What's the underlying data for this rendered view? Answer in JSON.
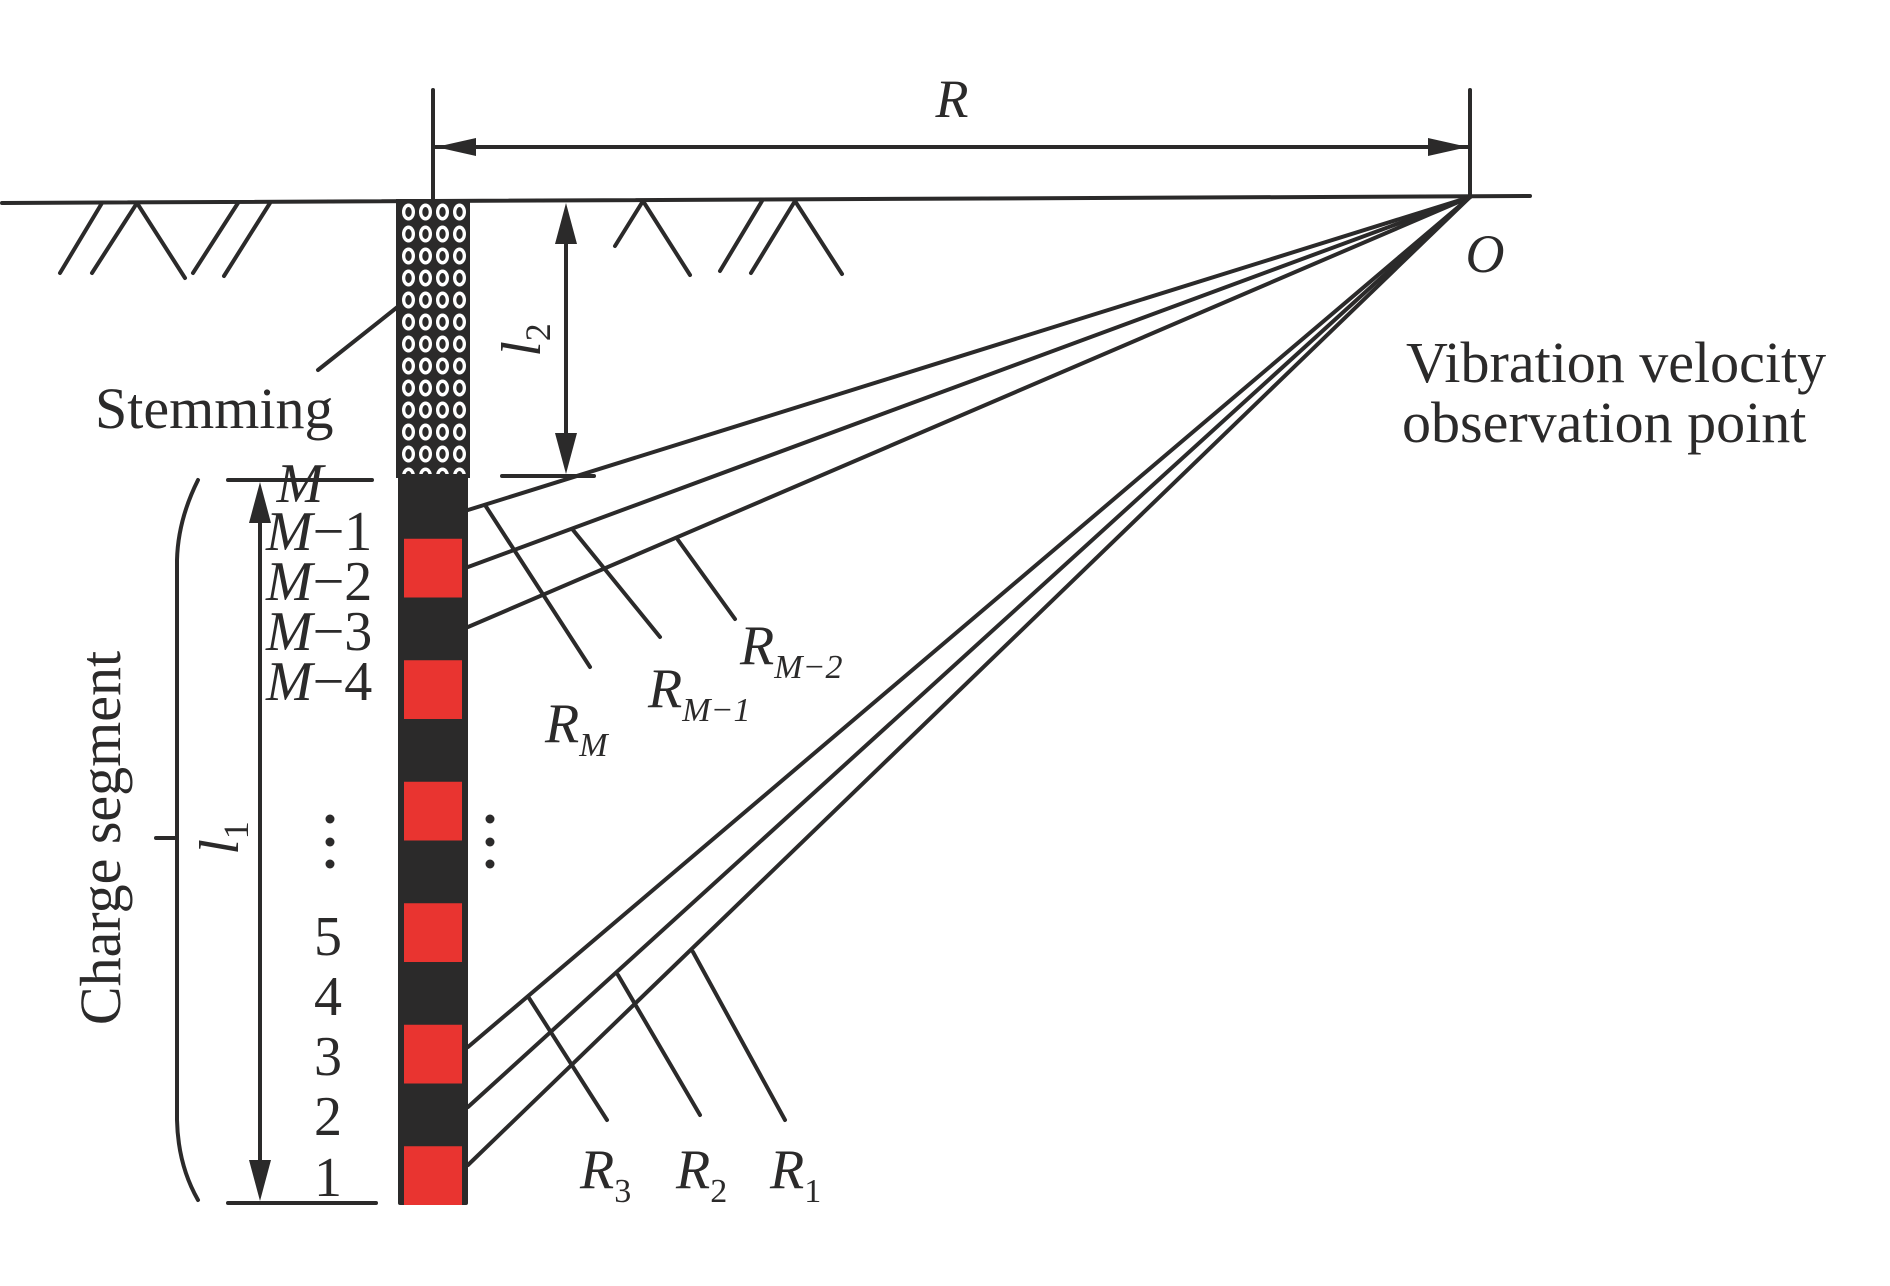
{
  "figure": {
    "type": "blast-hole charge segment schematic",
    "colors": {
      "line": "#2b2a2a",
      "charge_red": "#e93430",
      "charge_dark": "#2b2a2a",
      "background": "#ffffff"
    }
  },
  "labels": {
    "distance_R": "R",
    "observation_point_symbol": "O",
    "observation_point_line1": "Vibration velocity",
    "observation_point_line2": "observation point",
    "stemming": "Stemming",
    "charge_segment": "Charge segment",
    "l1_main": "l",
    "l1_sub": "1",
    "l2_main": "l",
    "l2_sub": "2"
  },
  "segments_upper": [
    {
      "main": "M",
      "suffix": ""
    },
    {
      "main": "M",
      "suffix": "−1"
    },
    {
      "main": "M",
      "suffix": "−2"
    },
    {
      "main": "M",
      "suffix": "−3"
    },
    {
      "main": "M",
      "suffix": "−4"
    }
  ],
  "segments_lower": [
    "5",
    "4",
    "3",
    "2",
    "1"
  ],
  "ellipsis": "⋮",
  "distances_upper": [
    {
      "main": "R",
      "sub": "M"
    },
    {
      "main": "R",
      "sub": "M−1"
    },
    {
      "main": "R",
      "sub": "M−2"
    }
  ],
  "distances_lower": [
    {
      "main": "R",
      "sub": "3"
    },
    {
      "main": "R",
      "sub": "2"
    },
    {
      "main": "R",
      "sub": "1"
    }
  ],
  "charge_column": {
    "pattern": [
      "dark",
      "red",
      "dark",
      "red",
      "dark",
      "red",
      "dark",
      "red",
      "dark",
      "red",
      "dark",
      "red"
    ],
    "stemming_pattern": "circles"
  }
}
